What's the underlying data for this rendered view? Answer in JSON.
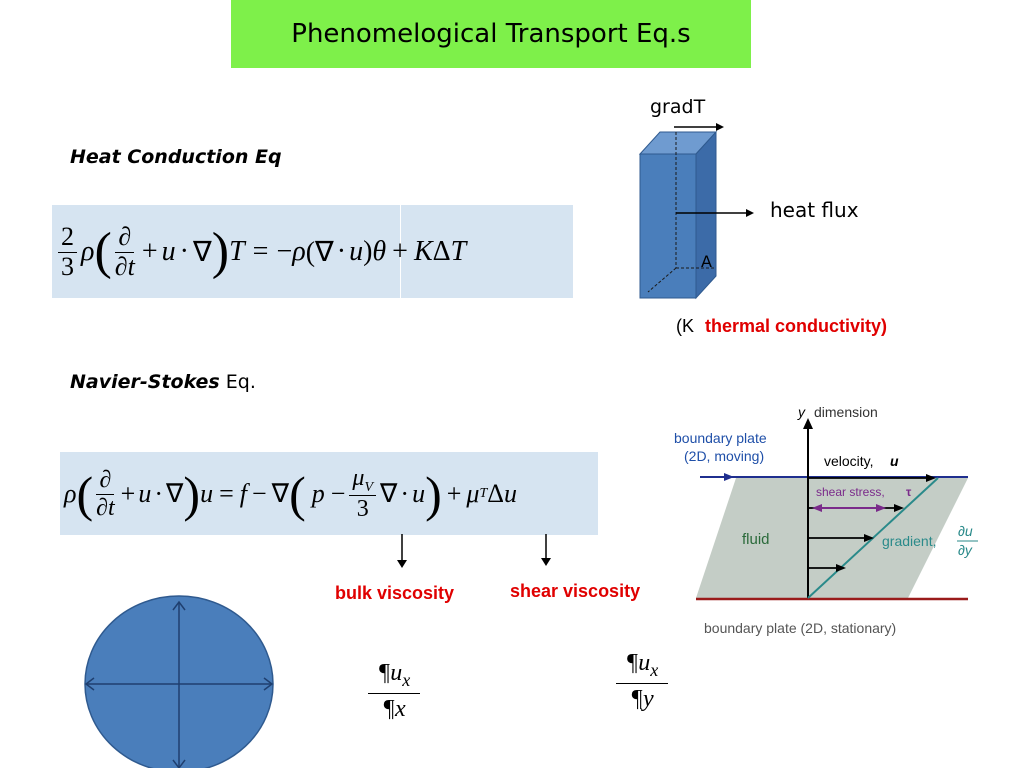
{
  "title": "Phenomelogical Transport Eq.s",
  "heat": {
    "heading": "Heat Conduction Eq",
    "equation_text": "2/3 ρ(∂/∂t + u·∇)T = −ρ(∇·u)θ + KΔT"
  },
  "ns": {
    "heading_italic": "Navier-Stokes",
    "heading_rest": " Eq.",
    "equation_text": "ρ(∂/∂t + u·∇)u = f − ∇(p − μV/3 ∇·u) + μT Δu",
    "bulk_label": "bulk viscosity",
    "shear_label": "shear viscosity"
  },
  "block": {
    "gradT": "gradT",
    "heat_flux": "heat flux",
    "area_label": "A",
    "k_open": "(K",
    "k_desc": "thermal conductivity)"
  },
  "shear_diagram": {
    "y_axis": "y",
    "y_dimension": "dimension",
    "top_plate_line1": "boundary plate",
    "top_plate_line2": "(2D, moving)",
    "velocity": "velocity,",
    "velocity_symbol": "u",
    "shear_stress": "shear stress,",
    "tau": "τ",
    "fluid": "fluid",
    "gradient": "gradient,",
    "grad_num": "∂u",
    "grad_den": "∂y",
    "bottom_plate": "boundary plate (2D, stationary)"
  },
  "fractions": {
    "f1_num": "¶u",
    "f1_sub": "x",
    "f1_den": "¶x",
    "f2_num": "¶u",
    "f2_sub": "x",
    "f2_den": "¶y"
  },
  "colors": {
    "title_bg": "#7ef04a",
    "eq_bg": "#d6e4f1",
    "block_blue": "#4a7ebb",
    "label_red": "#e00000",
    "fluid_gray": "#c4cdc6"
  }
}
